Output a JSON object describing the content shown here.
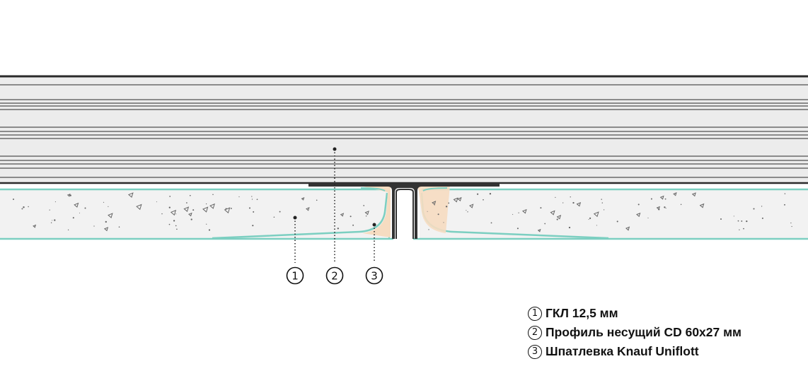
{
  "markers": [
    {
      "id": "1",
      "symbol": "1"
    },
    {
      "id": "2",
      "symbol": "2"
    },
    {
      "id": "3",
      "symbol": "3"
    }
  ],
  "legend": [
    {
      "symbol": "1",
      "text": "ГКЛ 12,5 мм"
    },
    {
      "symbol": "2",
      "text": "Профиль несущий CD 60x27 мм"
    },
    {
      "symbol": "3",
      "text": "Шпатлевка Knauf Uniflott"
    }
  ],
  "colors": {
    "profile_fill": "#ececec",
    "profile_stroke": "#2a2a2a",
    "board_fill": "#f2f2f2",
    "board_edge": "#7ccfc1",
    "filler": "#f6dcc1",
    "metal": "#333333",
    "speckle": "#666666",
    "line": "#222222"
  }
}
